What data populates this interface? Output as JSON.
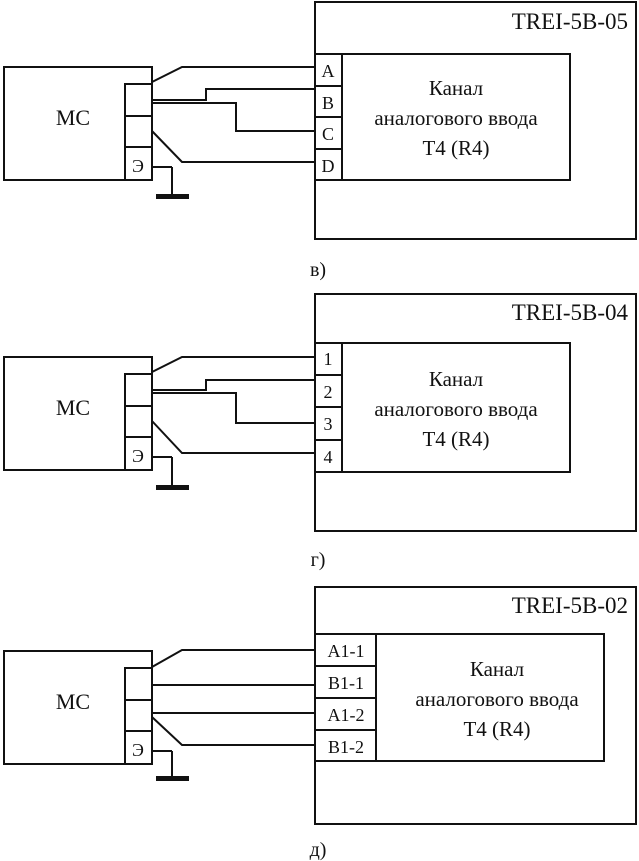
{
  "diagrams": [
    {
      "device_title": "TREI-5B-05",
      "ms_label": "МС",
      "ms_ground_label": "Э",
      "terminals": [
        "A",
        "B",
        "C",
        "D"
      ],
      "channel_lines": [
        "Канал",
        "аналогового ввода",
        "Т4 (R4)"
      ],
      "caption": "в)"
    },
    {
      "device_title": "TREI-5B-04",
      "ms_label": "МС",
      "ms_ground_label": "Э",
      "terminals": [
        "1",
        "2",
        "3",
        "4"
      ],
      "channel_lines": [
        "Канал",
        "аналогового ввода",
        "Т4 (R4)"
      ],
      "caption": "г)"
    },
    {
      "device_title": "TREI-5B-02",
      "ms_label": "МС",
      "ms_ground_label": "Э",
      "terminals": [
        "A1-1",
        "B1-1",
        "A1-2",
        "B1-2"
      ],
      "channel_lines": [
        "Канал",
        "аналогового ввода",
        "Т4 (R4)"
      ],
      "caption": "д)"
    }
  ]
}
